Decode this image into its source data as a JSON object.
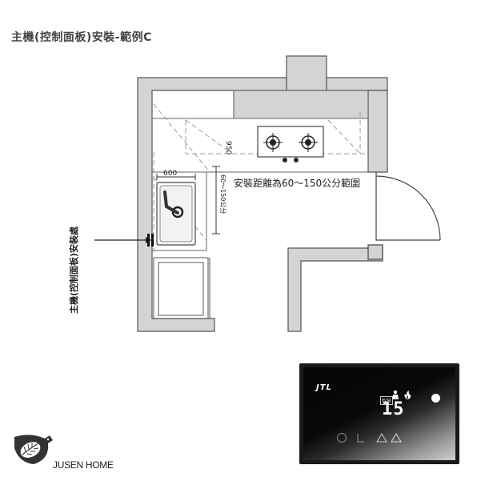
{
  "title": "主機(控制面板)安裝-範例C",
  "diagram": {
    "dim_width": "600",
    "dim_depth": "950",
    "dim_range_vertical": "60～150公分",
    "range_note": "安裝距離為60～150公分範圍",
    "install_location_label": "主機(控制面板)安裝處"
  },
  "brand": {
    "name": "JUSEN HOME"
  },
  "panel": {
    "logo": "JTL",
    "mode_label": "智慧",
    "temperature": "15"
  },
  "colors": {
    "wall_fill": "#d4d4d4",
    "line": "#555555",
    "dashed": "#999999",
    "panel_bg": "#1a1a1a"
  }
}
